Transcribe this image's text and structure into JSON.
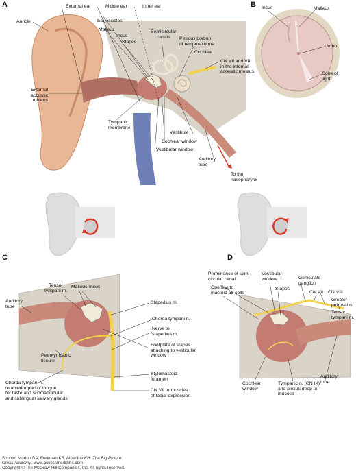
{
  "panels": {
    "A": "A",
    "B": "B",
    "C": "C",
    "D": "D"
  },
  "panel_a_labels": {
    "external_ear": "External ear",
    "middle_ear": "Middle ear",
    "inner_ear": "Inner ear",
    "auricle": "Auricle",
    "ear_ossicles": "Ear ossicles",
    "malleus": "Malleus",
    "incus": "Incus",
    "stapes": "Stapes",
    "semicircular_canals": "Semicircular\ncanals",
    "petrous": "Petrous portion\nof temporal bone",
    "cochlea": "Cochlea",
    "cn_vii_viii": "CN VII and VIII\nin the internal\nacoustic meatus",
    "external_acoustic_meatus": "External\nacoustic\nmeatus",
    "tympanic_membrane": "Tympanic\nmembrane",
    "vestibule": "Vestibule",
    "cochlear_window": "Cochlear window",
    "vestibular_window": "Vestibular window",
    "auditory_tube": "Auditory\ntube",
    "to_nasopharynx": "To the\nnasopharynx"
  },
  "panel_b_labels": {
    "incus": "Incus",
    "malleus": "Malleus",
    "umbo": "Umbo",
    "cone_of_light": "Cone of\nlight"
  },
  "panel_c_labels": {
    "tensor_tympani": "Tensor\ntympani m.",
    "malleus": "Malleus",
    "incus": "Incus",
    "auditory_tube": "Auditory\ntube",
    "stapedius": "Stapedius m.",
    "chorda_tympani": "Chorda tympani n.",
    "nerve_to_stapedius": "Nerve to\nstapedius m.",
    "footplate": "Footplate of stapes\nattaching to vestibular\nwindow",
    "petrotympanic": "Petrotympanic\nfissure",
    "stylomastoid": "Stylomastoid\nforamen",
    "cn_vii_muscles": "CN VII to muscles\nof facial expression",
    "chorda_to_tongue": "Chorda tympani n.\nto anterior part of tongue\nfor taste and submandibular\nand sublingual salivary glands"
  },
  "panel_d_labels": {
    "prominence": "Prominence of semi-\ncircular canal",
    "vestibular_window": "Vestibular\nwindow",
    "opening_mastoid": "Opening to\nmastoid air cells",
    "stapes": "Stapes",
    "geniculate": "Geniculate\nganglion",
    "cn_vii": "CN VII",
    "cn_viii": "CN VIII",
    "greater_petrosal": "Greater\npetrosal n.",
    "tensor_tympani": "Tensor\ntympani m.",
    "cochlear_window": "Cochlear\nwindow",
    "tympanic_n": "Tympanic n. (CN IX)\nand plexus deep to\nmucosa",
    "auditory_tube": "Auditory\ntube"
  },
  "footer": {
    "source_prefix": "Source: Morton DA, Foreman KB, Albertine KH: ",
    "source_title": "The Big Picture:",
    "source_line2_title": "Gross Anatomy",
    "source_line2_rest": ": www.accessmedicine.com",
    "copyright": "Copyright © The McGraw-Hill Companies, Inc. All rights reserved."
  },
  "colors": {
    "skin": "#e8b795",
    "skin_dark": "#c98a68",
    "bone": "#d9d3c8",
    "bone_dark": "#a79f92",
    "canal_pink": "#c47b72",
    "nerve_yellow": "#f2d04a",
    "tube_blue": "#6f7fb8",
    "membrane": "#e9c9c4",
    "gray_sil": "#d8d8d8",
    "red_arrow": "#d83a2a"
  }
}
